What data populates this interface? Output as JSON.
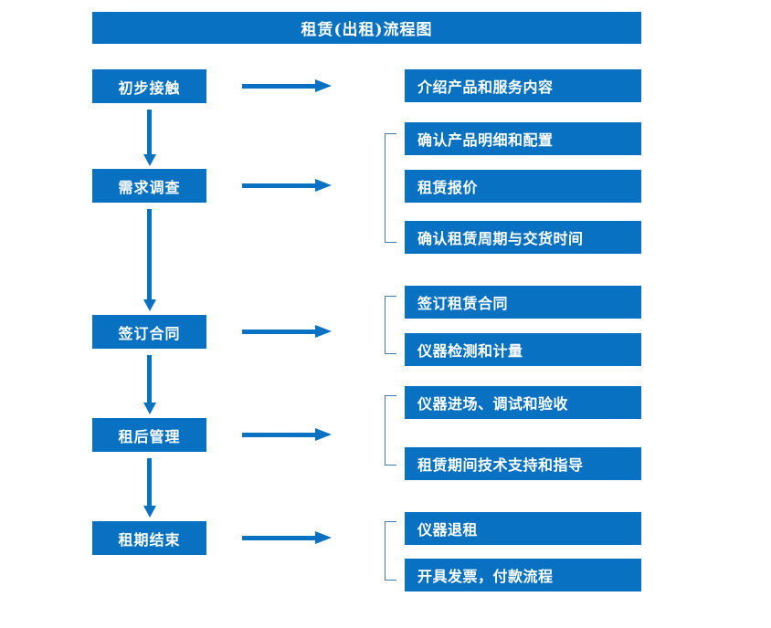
{
  "diagram": {
    "title": "租赁(出租)流程图",
    "accent_color": "#0971c2",
    "bracket_color": "#4679ae",
    "text_color": "#ffffff",
    "background_color": "#ffffff"
  },
  "stages": [
    {
      "label": "初步接触"
    },
    {
      "label": "需求调查"
    },
    {
      "label": "签订合同"
    },
    {
      "label": "租后管理"
    },
    {
      "label": "租期结束"
    }
  ],
  "details": [
    {
      "label": "介绍产品和服务内容"
    },
    {
      "label": "确认产品明细和配置"
    },
    {
      "label": "租赁报价"
    },
    {
      "label": "确认租赁周期与交货时间"
    },
    {
      "label": "签订租赁合同"
    },
    {
      "label": "仪器检测和计量"
    },
    {
      "label": "仪器进场、调试和验收"
    },
    {
      "label": "租赁期间技术支持和指导"
    },
    {
      "label": "仪器退租"
    },
    {
      "label": "开具发票，付款流程"
    }
  ],
  "groups": [
    {
      "stage": "需求调查",
      "details": [
        "确认产品明细和配置",
        "租赁报价",
        "确认租赁周期与交货时间"
      ]
    },
    {
      "stage": "签订合同",
      "details": [
        "签订租赁合同",
        "仪器检测和计量"
      ]
    },
    {
      "stage": "租后管理",
      "details": [
        "仪器进场、调试和验收",
        "租赁期间技术支持和指导"
      ]
    },
    {
      "stage": "租期结束",
      "details": [
        "仪器退租",
        "开具发票，付款流程"
      ]
    }
  ],
  "flow_sequence": [
    "初步接触",
    "需求调查",
    "签订合同",
    "租后管理",
    "租期结束"
  ]
}
